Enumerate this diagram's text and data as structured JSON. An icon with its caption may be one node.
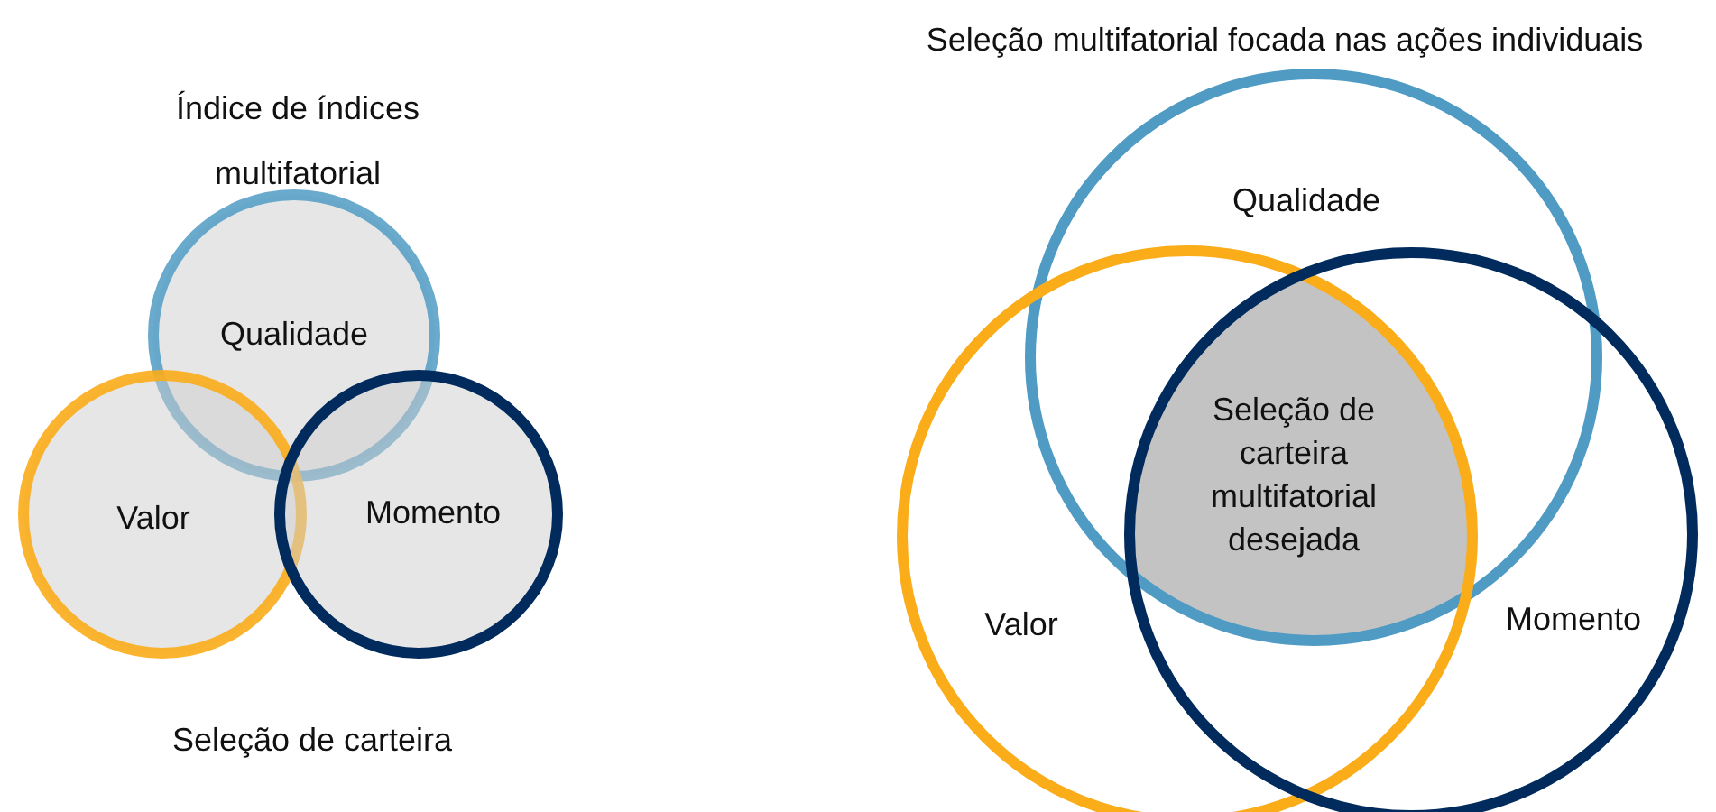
{
  "diagram": {
    "nodes": [
      {
        "text": [
          "Qualidade"
        ]
      },
      {
        "text": [
          "Valor"
        ]
      },
      {
        "text": [
          "Momento"
        ]
      },
      {
        "text": [
          "Qualidade"
        ]
      },
      {
        "text": [
          "Valor"
        ]
      },
      {
        "text": [
          "Momento"
        ]
      },
      {
        "text": [
          "Seleção de carteira multifatorial desejada"
        ]
      }
    ],
    "labels": [
      "Índice de índices multifatorial",
      "Seleção multifatorial focada nas ações individuais",
      "Seleção de carteira"
    ]
  }
}
